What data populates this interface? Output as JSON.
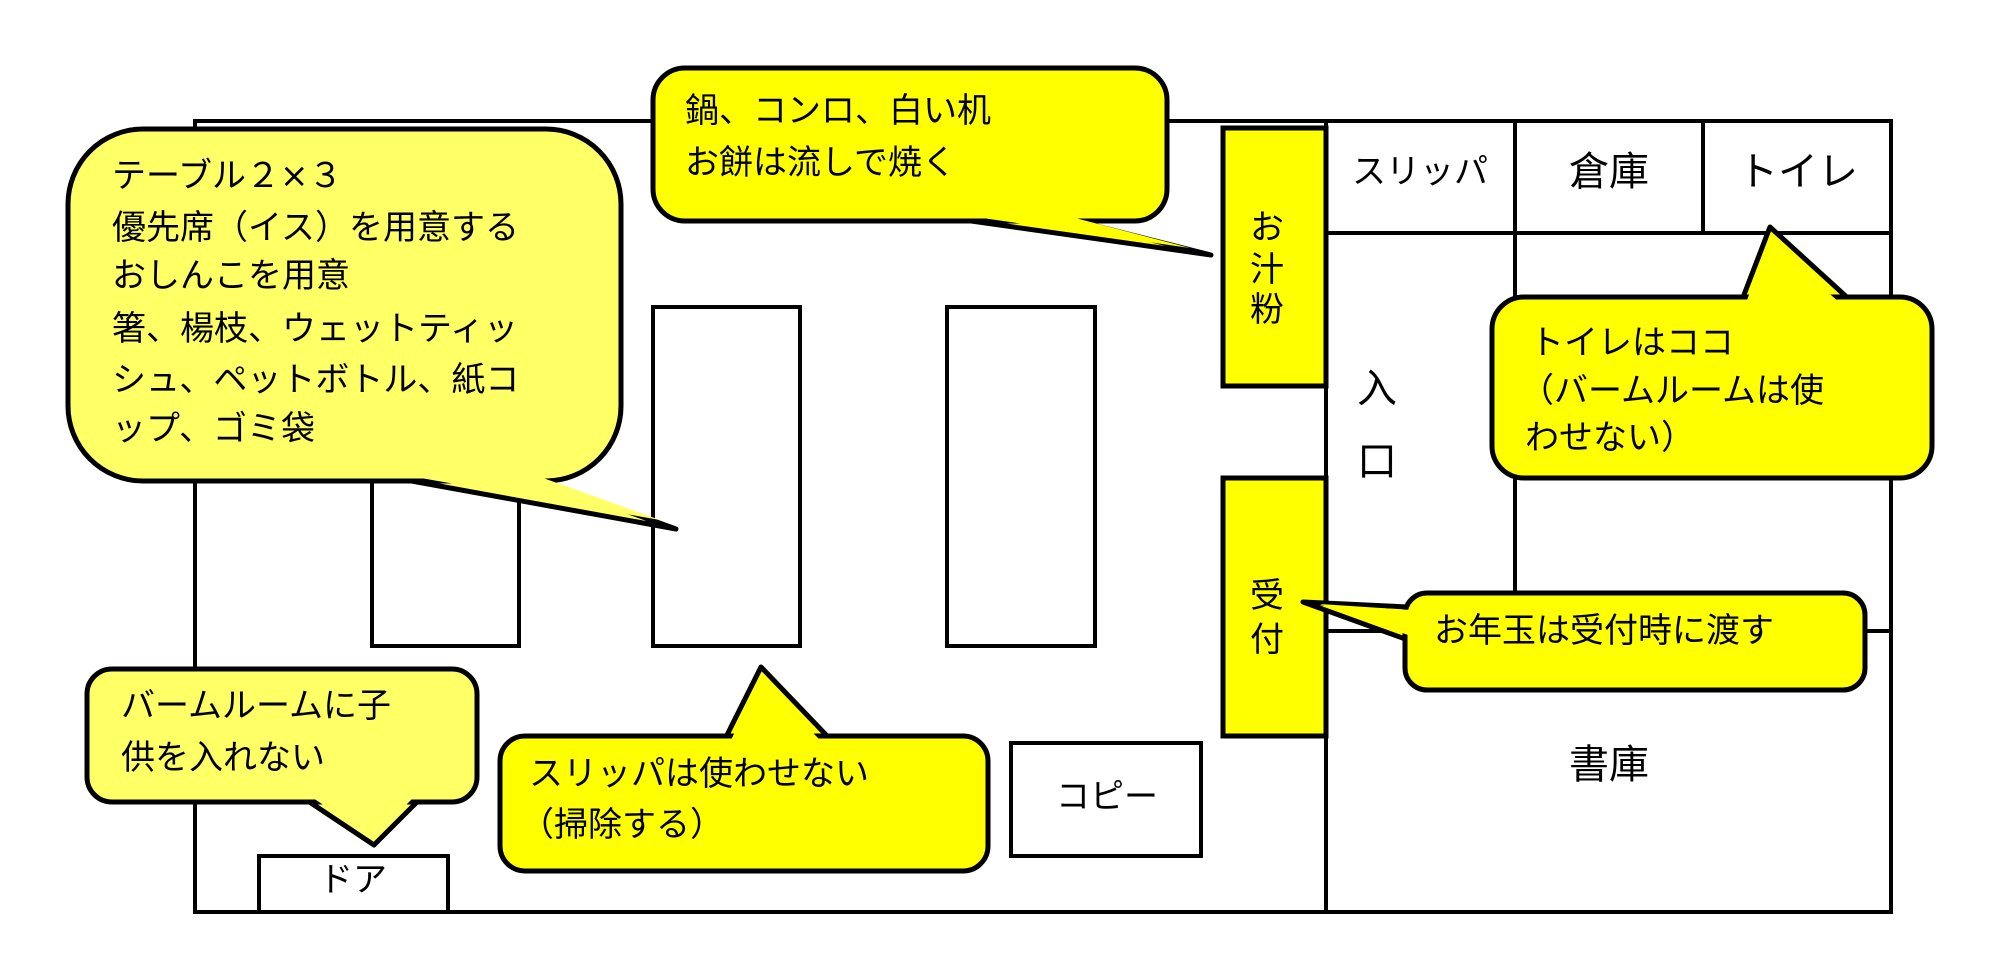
{
  "colors": {
    "bubble_bright": "#ffff00",
    "bubble_pale": "#ffff66",
    "station": "#ffff00"
  },
  "rooms": {
    "slippers": "スリッパ",
    "storage": "倉庫",
    "toilet": "トイレ",
    "library": "書庫",
    "entrance": [
      "入",
      "口"
    ],
    "copy": "コピー",
    "door": "ドア"
  },
  "stations": {
    "oshiruko": [
      "お",
      "汁",
      "粉"
    ],
    "reception": [
      "受",
      "付"
    ]
  },
  "bubbles": {
    "tables": [
      "テーブル２×３",
      "優先席（イス）を用意する",
      "おしんこを用意",
      "箸、楊枝、ウェットティッ",
      "シュ、ペットボトル、紙コ",
      "ップ、ゴミ袋"
    ],
    "kitchen": [
      "鍋、コンロ、白い机",
      "お餅は流しで焼く"
    ],
    "toilet_note": [
      "トイレはココ",
      "（バームルームは使",
      "わせない）"
    ],
    "otoshidama": [
      "お年玉は受付時に渡す"
    ],
    "balm_room": [
      "バームルームに子",
      "供を入れない"
    ],
    "slippers_note": [
      "スリッパは使わせない",
      "（掃除する）"
    ]
  }
}
